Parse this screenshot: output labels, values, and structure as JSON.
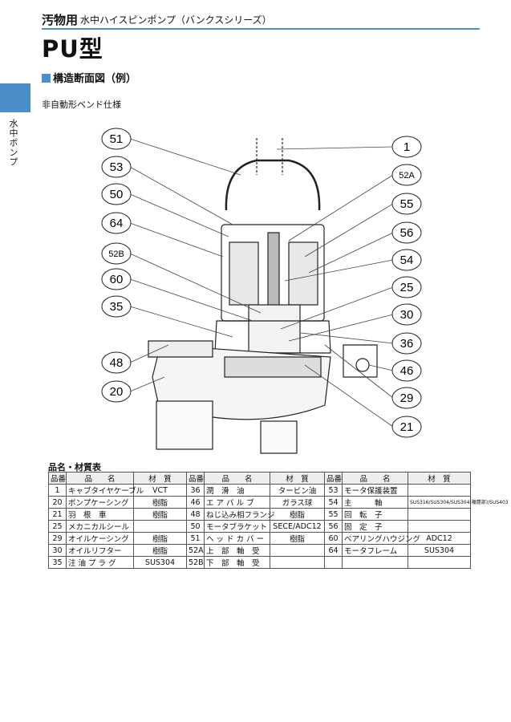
{
  "header": {
    "category": "汚物用",
    "subtitle": "水中ハイスピンポンプ（バンクスシリーズ）",
    "model": "PU型",
    "side_tab": "水中ポンプ"
  },
  "section": {
    "title": "構造断面図（例）",
    "note": "非自動形ベンド仕様"
  },
  "callouts_left": [
    "51",
    "53",
    "50",
    "64",
    "52B",
    "60",
    "35",
    "48",
    "20"
  ],
  "callouts_right": [
    "1",
    "52A",
    "55",
    "56",
    "54",
    "25",
    "30",
    "36",
    "46",
    "29",
    "21"
  ],
  "table": {
    "title": "品名・材質表",
    "headers": [
      "品番",
      "品　　名",
      "材　質",
      "品番",
      "品　　名",
      "材　質",
      "品番",
      "品　　名",
      "材　質"
    ],
    "rows": [
      [
        "1",
        "キャブタイヤケーブル",
        "VCT",
        "36",
        "潤　滑　油",
        "タービン油",
        "53",
        "モータ保護装置",
        ""
      ],
      [
        "20",
        "ポンプケーシング",
        "樹脂",
        "46",
        "エ ア バ ル ブ",
        "ガラス球",
        "54",
        "主　　　軸",
        "SUS316/SUS304/SUS304(複層部)/SUS403"
      ],
      [
        "21",
        "羽　根　車",
        "樹脂",
        "48",
        "ねじ込み相フランジ",
        "樹脂",
        "55",
        "回　転　子",
        ""
      ],
      [
        "25",
        "メカニカルシール",
        "",
        "50",
        "モータブラケット",
        "SECE/ADC12",
        "56",
        "固　定　子",
        ""
      ],
      [
        "29",
        "オイルケーシング",
        "樹脂",
        "51",
        "ヘ ッ ド カ バ ー",
        "樹脂",
        "60",
        "ベアリングハウジング",
        "ADC12"
      ],
      [
        "30",
        "オイルリフター",
        "樹脂",
        "52A",
        "上　部　軸　受",
        "",
        "64",
        "モータフレーム",
        "SUS304"
      ],
      [
        "35",
        "注 油 プ ラ グ",
        "SUS304",
        "52B",
        "下　部　軸　受",
        "",
        "",
        "",
        ""
      ]
    ]
  }
}
